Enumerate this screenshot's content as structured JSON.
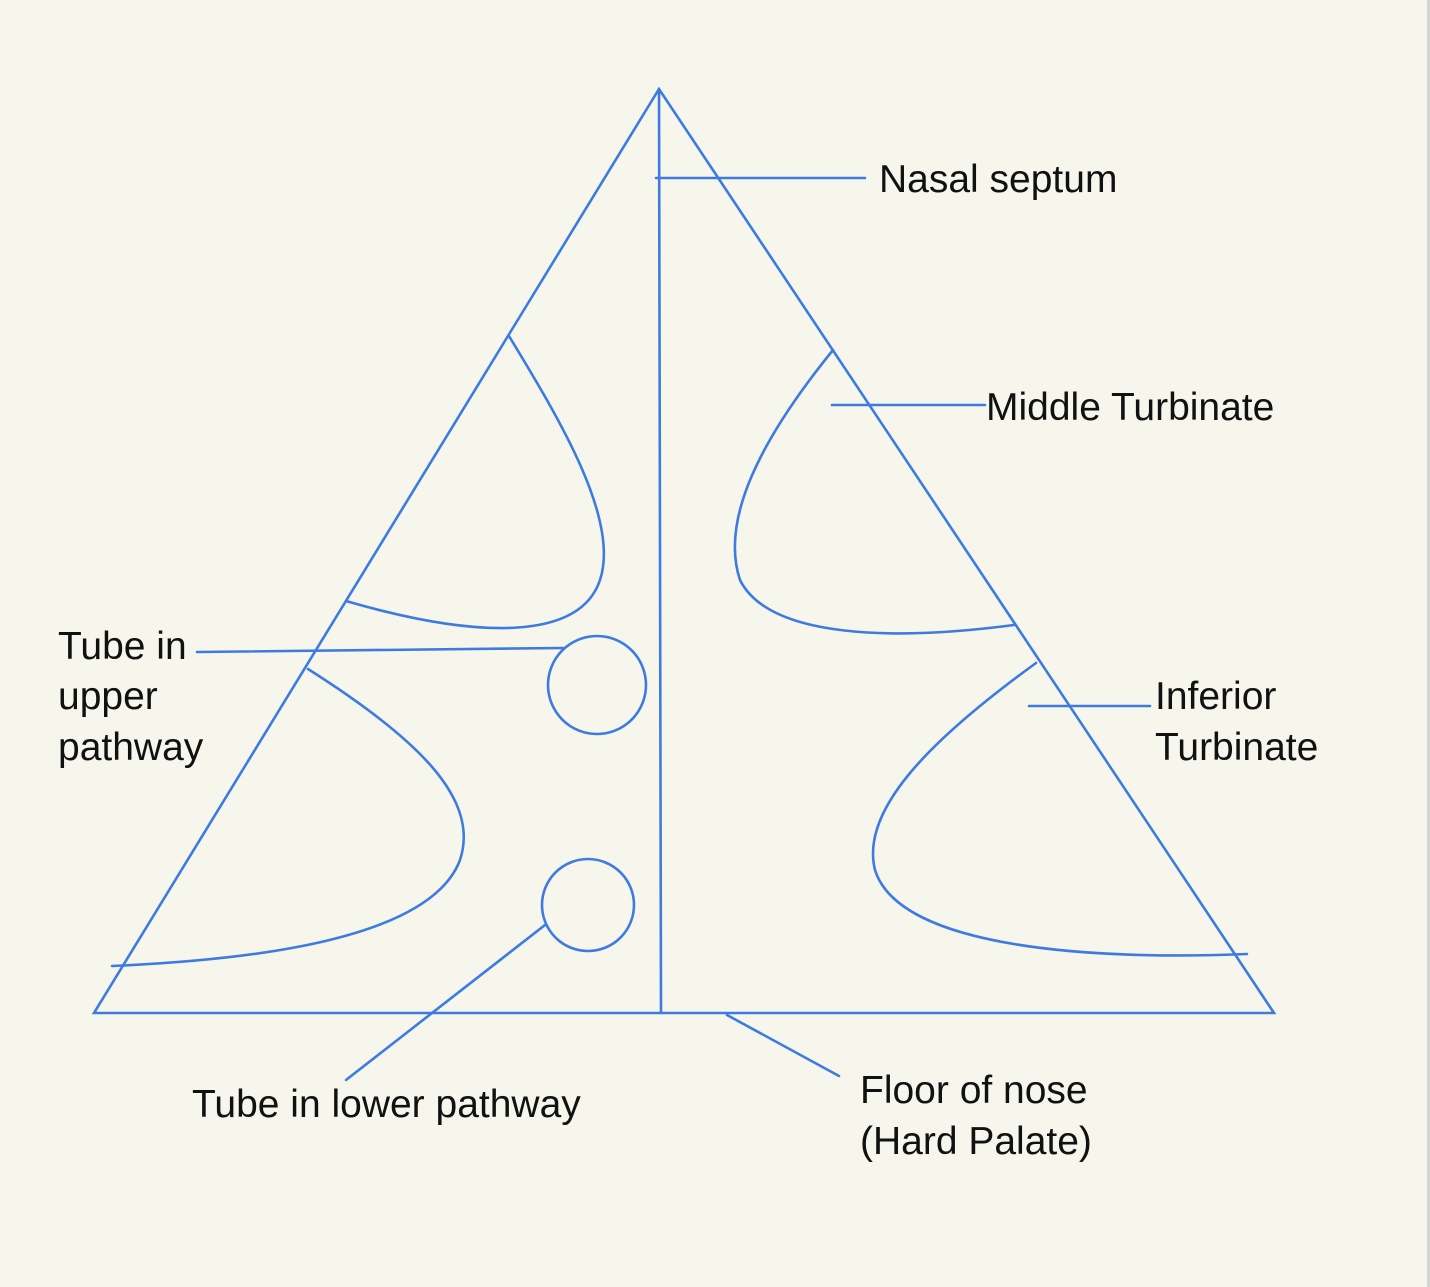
{
  "colors": {
    "background": "#f6f6ec",
    "stroke": "#3d7be0",
    "text": "#111111"
  },
  "labels": {
    "nasal_septum": "Nasal septum",
    "middle_turbinate": "Middle Turbinate",
    "inferior_turbinate": [
      "Inferior",
      "Turbinate"
    ],
    "tube_upper": [
      "Tube in",
      "upper",
      "pathway"
    ],
    "tube_lower": "Tube in lower pathway",
    "floor_of_nose": [
      "Floor of nose",
      "(Hard Palate)"
    ]
  }
}
